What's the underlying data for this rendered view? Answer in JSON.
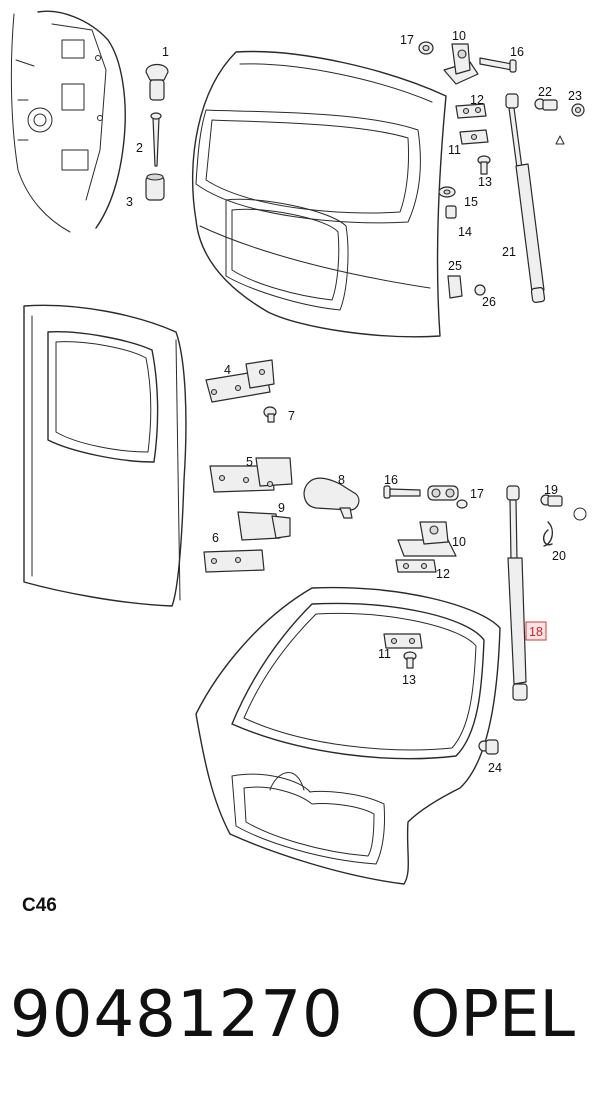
{
  "diagram": {
    "callouts": [
      "1",
      "2",
      "3",
      "4",
      "5",
      "6",
      "7",
      "8",
      "9",
      "10",
      "11",
      "12",
      "13",
      "14",
      "15",
      "16",
      "17",
      "18",
      "19",
      "20",
      "21",
      "22",
      "23",
      "24",
      "25",
      "26"
    ],
    "highlight_color": "#d23a3a"
  },
  "footer": {
    "code": "C46",
    "part_number": "90481270",
    "brand": "OPEL"
  }
}
